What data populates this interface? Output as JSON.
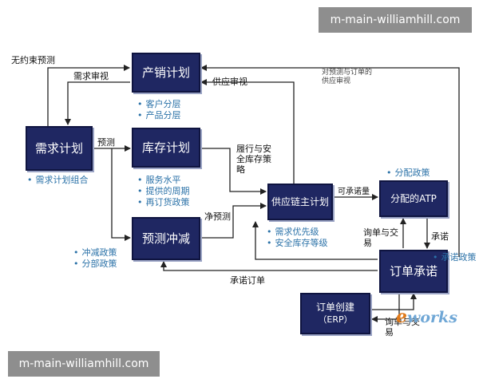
{
  "watermark": {
    "top": "m-main-williamhill.com",
    "bottom": "m-main-williamhill.com"
  },
  "boxes": {
    "production": "产销计划",
    "demand": "需求计划",
    "inventory": "库存计划",
    "netting": "预测冲减",
    "supply": "供应链主计划",
    "atp": "分配的ATP",
    "commit": "订单承诺",
    "order_line1": "订单创建",
    "order_line2": "（ERP）"
  },
  "bullets": {
    "production": [
      "客户分层",
      "产品分层"
    ],
    "demand": [
      "需求计划组合"
    ],
    "inventory": [
      "服务水平",
      "提供的周期",
      "再订货政策"
    ],
    "netting": [
      "冲减政策",
      "分部政策"
    ],
    "supply": [
      "需求优先级",
      "安全库存等级"
    ],
    "atp": [
      "分配政策"
    ],
    "commit": [
      "承诺政策"
    ]
  },
  "labels": {
    "unconstrained": "无约束预测",
    "demand_review": "需求审视",
    "supply_review": "供应审视",
    "forecast": "预测",
    "fulfill_line1": "履行与安",
    "fulfill_line2": "全库存策",
    "fulfill_line3": "略",
    "net_forecast": "净预测",
    "commit_orders": "承诺订单",
    "available": "可承诺量",
    "orders_trade_line1": "询单与交",
    "orders_trade_line2": "易",
    "promise": "承诺",
    "orders_trade2_line1": "询单与交",
    "orders_trade2_line2": "易",
    "top_note_line1": "对预测与订单的",
    "top_note_line2": "供应审视"
  },
  "logo": {
    "e": "e",
    "rest": "works"
  },
  "colors": {
    "box_fill": "#1f2762",
    "bullet_text": "#2b72a8",
    "wire": "#222222",
    "watermark": "#8e8e8e"
  }
}
